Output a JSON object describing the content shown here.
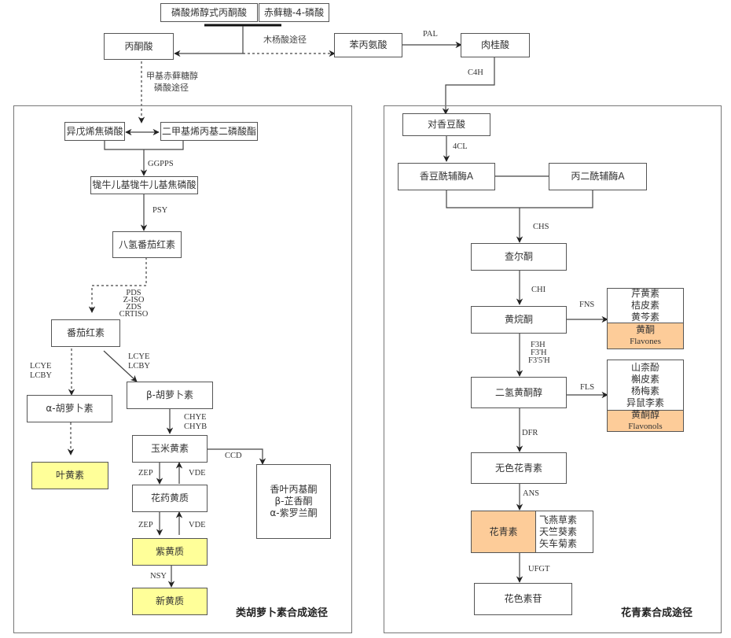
{
  "top": {
    "pep": "磷酸烯醇式丙酮酸",
    "e4p": "赤藓糖-4-磷酸",
    "pyruvate": "丙酮酸",
    "shikimate_pathway": "木杨酸途径",
    "phenylalanine": "苯丙氨酸",
    "pal": "PAL",
    "cinnamic_acid": "肉桂酸",
    "c4h": "C4H",
    "mep_pathway_line1": "甲基赤藓糖醇",
    "mep_pathway_line2": "磷酸途径"
  },
  "carotenoid": {
    "title": "类胡萝卜素合成途径",
    "ipp": "异戊烯焦磷酸",
    "dmapp": "二甲基烯丙基二磷酸酯",
    "ggpps": "GGPPS",
    "ggpp": "牻牛儿基牻牛儿基焦磷酸",
    "psy": "PSY",
    "phytoene": "八氢番茄红素",
    "enzymes_lycopene": [
      "PDS",
      "Z-ISO",
      "ZDS",
      "CRTISO"
    ],
    "lycopene": "番茄红素",
    "lcy_left": [
      "LCYE",
      "LCBY"
    ],
    "lcy_right": [
      "LCYE",
      "LCBY"
    ],
    "alpha_carotene": "α-胡萝卜素",
    "beta_carotene": "β-胡萝卜素",
    "lutein": "叶黄素",
    "chy": [
      "CHYE",
      "CHYB"
    ],
    "zeaxanthin": "玉米黄素",
    "ccd": "CCD",
    "apocarotenoids": [
      "香叶丙基酮",
      "β-芷香酮",
      "α-紫罗兰酮"
    ],
    "zep1": "ZEP",
    "vde1": "VDE",
    "antheraxanthin": "花药黄质",
    "zep2": "ZEP",
    "vde2": "VDE",
    "violaxanthin": "紫黄质",
    "nsy": "NSY",
    "neoxanthin": "新黄质"
  },
  "anthocyanin": {
    "title": "花青素合成途径",
    "p_coumaric": "对香豆酸",
    "fourcl": "4CL",
    "coumaroyl_coa": "香豆酰辅酶A",
    "malonyl_coa": "丙二酰辅酶A",
    "chs": "CHS",
    "chalcone": "查尔酮",
    "chi": "CHI",
    "naringenin": "黄烷酮",
    "fns": "FNS",
    "flavone_members": [
      "芹黄素",
      "桔皮素",
      "黄芩素"
    ],
    "flavones_cn": "黄酮",
    "flavones_en": "Flavones",
    "f3h": [
      "F3H",
      "F3'H",
      "F3'5'H"
    ],
    "dihydroflavonol": "二氢黄酮醇",
    "fls": "FLS",
    "flavonol_members": [
      "山柰酚",
      "槲皮素",
      "杨梅素",
      "异鼠李素"
    ],
    "flavonols_cn": "黄酮醇",
    "flavonols_en": "Flavonols",
    "dfr": "DFR",
    "leucoanthocyanidin": "无色花青素",
    "ans": "ANS",
    "anthocyanidin": "花青素",
    "anthocyanidin_members": [
      "飞燕草素",
      "天竺葵素",
      "矢车菊素"
    ],
    "ufgt": "UFGT",
    "anthocyanin_glycoside": "花色素苷"
  },
  "colors": {
    "highlight_yellow": "#ffff99",
    "highlight_orange": "#fdcc99",
    "line": "#555555"
  }
}
